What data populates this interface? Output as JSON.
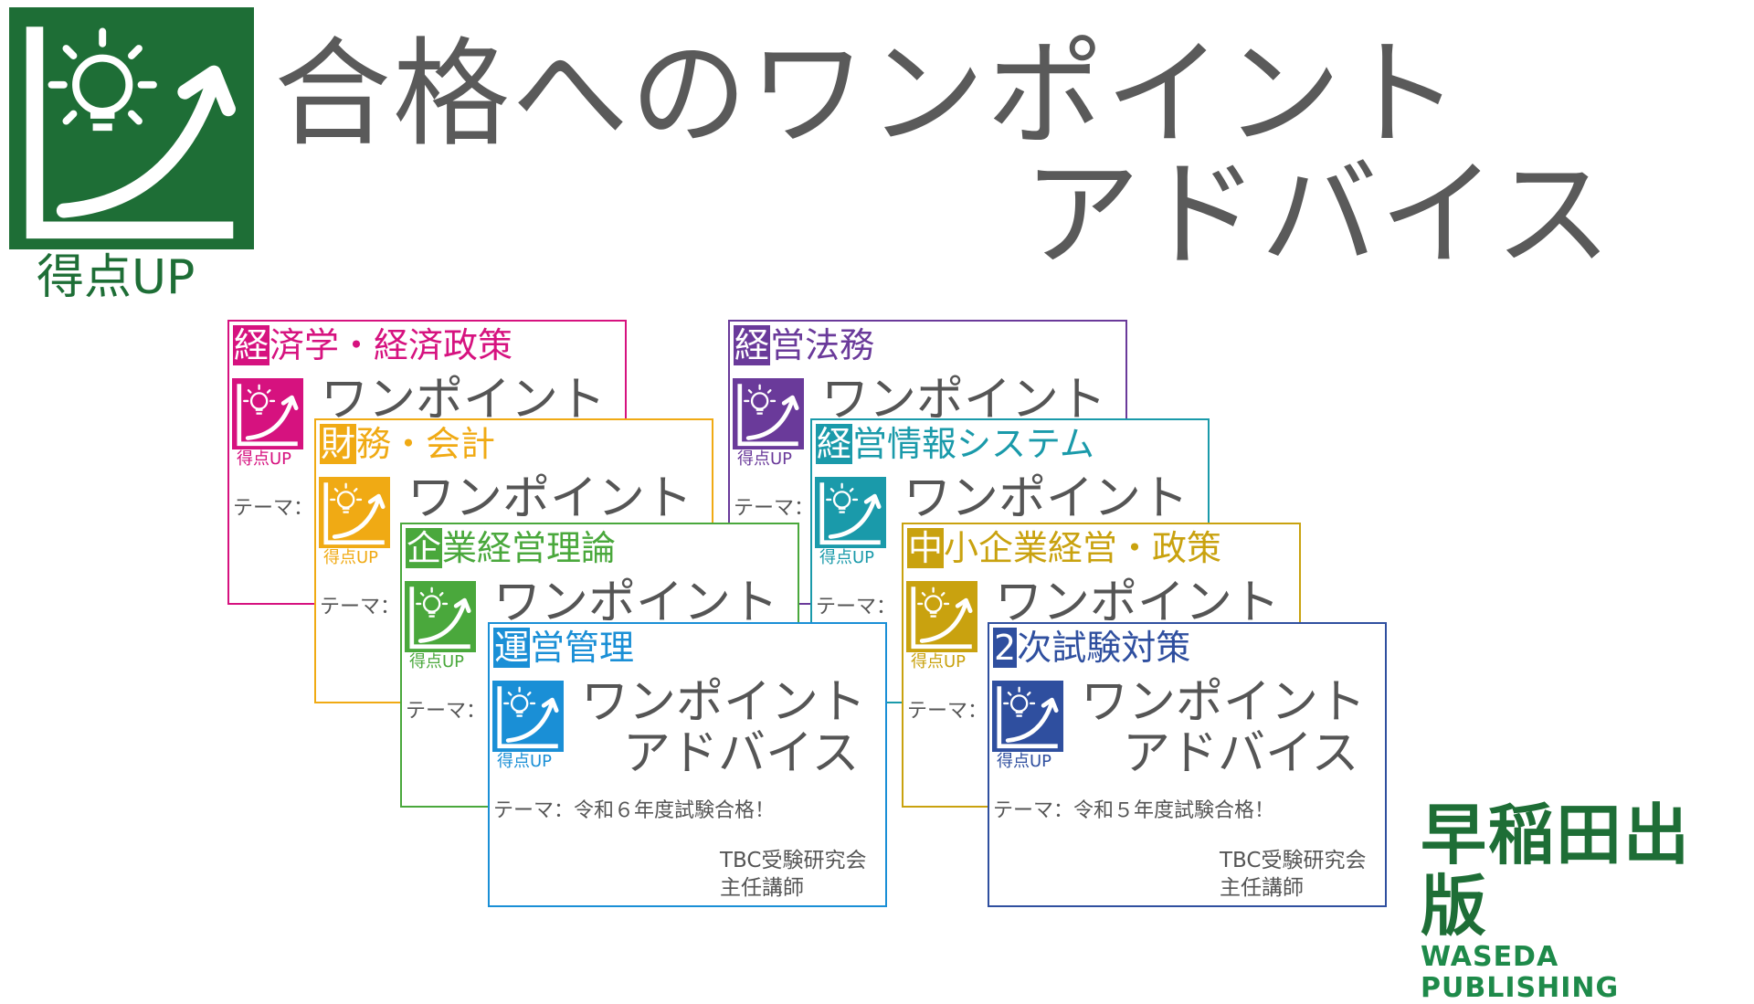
{
  "logo": {
    "caption": "得点UP",
    "color": "#1e6e36"
  },
  "title": {
    "line1": "合格へのワンポイント",
    "line2": "アドバイス"
  },
  "cards": [
    {
      "first": "経",
      "rest": "済学・経済政策",
      "color": "#d6127f",
      "icon_caption": "得点UP",
      "big1": "ワンポイント",
      "big2": "",
      "theme": "テーマ：",
      "org1": "",
      "org2": ""
    },
    {
      "first": "財",
      "rest": "務・会計",
      "color": "#f0aa14",
      "icon_caption": "得点UP",
      "big1": "ワンポイント",
      "big2": "",
      "theme": "テーマ：",
      "org1": "",
      "org2": ""
    },
    {
      "first": "企",
      "rest": "業経営理論",
      "color": "#4aa83c",
      "icon_caption": "得点UP",
      "big1": "ワンポイント",
      "big2": "",
      "theme": "テーマ：",
      "org1": "",
      "org2": ""
    },
    {
      "first": "運",
      "rest": "営管理",
      "color": "#1a8fd6",
      "icon_caption": "得点UP",
      "big1": "ワンポイント",
      "big2": "アドバイス",
      "theme": "テーマ：令和６年度試験合格！",
      "org1": "TBC受験研究会",
      "org2": "主任講師"
    },
    {
      "first": "経",
      "rest": "営法務",
      "color": "#6a3a9a",
      "icon_caption": "得点UP",
      "big1": "ワンポイント",
      "big2": "",
      "theme": "テーマ：",
      "org1": "",
      "org2": ""
    },
    {
      "first": "経",
      "rest": "営情報システム",
      "color": "#1a9aaa",
      "icon_caption": "得点UP",
      "big1": "ワンポイント",
      "big2": "",
      "theme": "テーマ：",
      "org1": "",
      "org2": ""
    },
    {
      "first": "中",
      "rest": "小企業経営・政策",
      "color": "#c9a20f",
      "icon_caption": "得点UP",
      "big1": "ワンポイント",
      "big2": "",
      "theme": "テーマ：",
      "org1": "",
      "org2": ""
    },
    {
      "first": "2",
      "rest": "次試験対策",
      "color": "#2f4f9f",
      "icon_caption": "得点UP",
      "big1": "ワンポイント",
      "big2": "アドバイス",
      "theme": "テーマ：令和５年度試験合格！",
      "org1": "TBC受験研究会",
      "org2": "主任講師"
    }
  ],
  "publisher": {
    "name_jp": "早稲田出版",
    "name_en": "WASEDA PUBLISHING"
  }
}
